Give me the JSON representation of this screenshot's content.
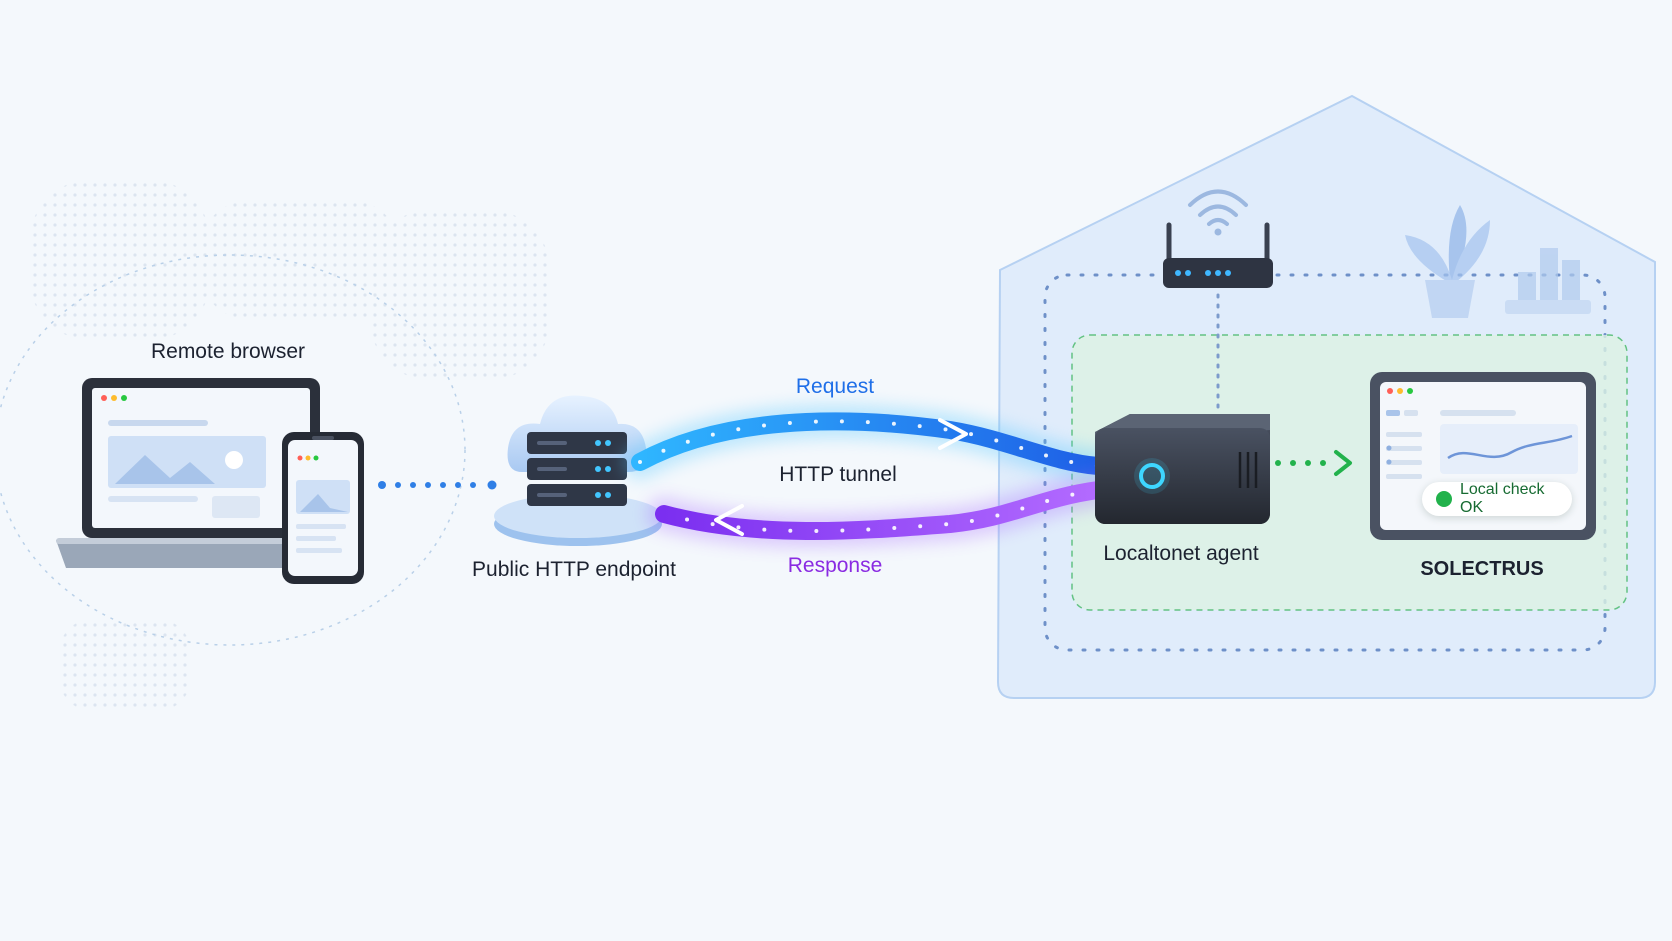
{
  "labels": {
    "remote_browser": "Remote browser",
    "public_endpoint": "Public HTTP endpoint",
    "request": "Request",
    "http_tunnel": "HTTP tunnel",
    "response": "Response",
    "agent": "Localtonet agent",
    "solectrus": "SOLECTRUS",
    "local_check": "Local check OK"
  },
  "colors": {
    "request": "#1f6fe8",
    "response": "#8a2be2",
    "local_check": "#22b24c",
    "agent_led": "#3fd6ff"
  }
}
